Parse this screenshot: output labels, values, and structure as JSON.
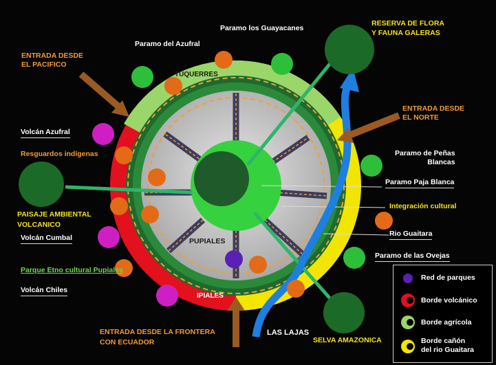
{
  "labels": {
    "paramo_guayacanes": "Paramo los Guayacanes",
    "paramo_azufral": "Paramo del Azufral",
    "reserva_galeras": "RESERVA DE FLORA\nY FAUNA GALERAS",
    "entrada_pacifico": "ENTRADA DESDE\nEL PACIFICO",
    "entrada_norte": "ENTRADA DESDE\nEL NORTE",
    "tuquerres": "TUQUERRES",
    "volcan_azufral": "Volcán Azufral",
    "resguardos": "Resguardos indígenas",
    "paisaje": "PAISAJE AMBIENTAL\nVOLCANICO",
    "volcan_cumbal": "Volcán Cumbal",
    "parque_etno": "Parque Etno cultural Pupiales",
    "volcan_chiles": "Volcán Chiles",
    "paramo_penas": "Paramo de Peñas\nBlancas",
    "paramo_paja": "Paramo Paja Blanca",
    "integracion": "Integración cultural",
    "rio_guaitara": "Rio Guaitara",
    "paramo_ovejas": "Paramo de las Ovejas",
    "pupiales": "PUPIALES",
    "ipiales": "IPIALES",
    "entrada_frontera": "ENTRADA DESDE LA FRONTERA\nCON ECUADOR",
    "las_lajas": "LAS LAJAS",
    "selva": "SELVA AMAZONICA"
  },
  "legend": {
    "red_parques": "Red de parques",
    "borde_volcanico": "Borde volcánico",
    "borde_agricola": "Borde agrícola",
    "borde_canon": "Borde cañón\ndel rio Guaitara"
  },
  "colors": {
    "volcanic": "#e3101e",
    "agricultural": "#9ad66a",
    "canyon": "#f2e600",
    "dark_green": "#1e6a2e",
    "node_green": "#2dbf3a",
    "node_orange": "#e36b17",
    "node_magenta": "#cf1fc3",
    "node_purple": "#5a1fb5",
    "river": "#1f7fe0",
    "arrow": "#9a5a22"
  },
  "icons": [
    "arrow-pacifico-icon",
    "arrow-norte-icon",
    "arrow-frontera-icon",
    "river-arrow-icon"
  ]
}
